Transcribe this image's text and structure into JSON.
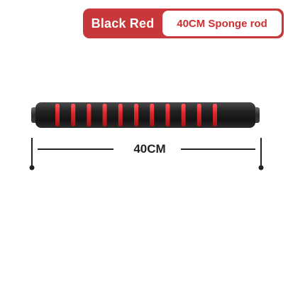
{
  "badge": {
    "color_label": "Black Red",
    "product_label": "40CM Sponge rod"
  },
  "product": {
    "rod_color": "#1c1c1c",
    "stripe_color": "#e0282c",
    "stripe_count": 11
  },
  "dimension": {
    "label": "40CM"
  },
  "colors": {
    "accent": "#c8383a",
    "text": "#222222"
  }
}
